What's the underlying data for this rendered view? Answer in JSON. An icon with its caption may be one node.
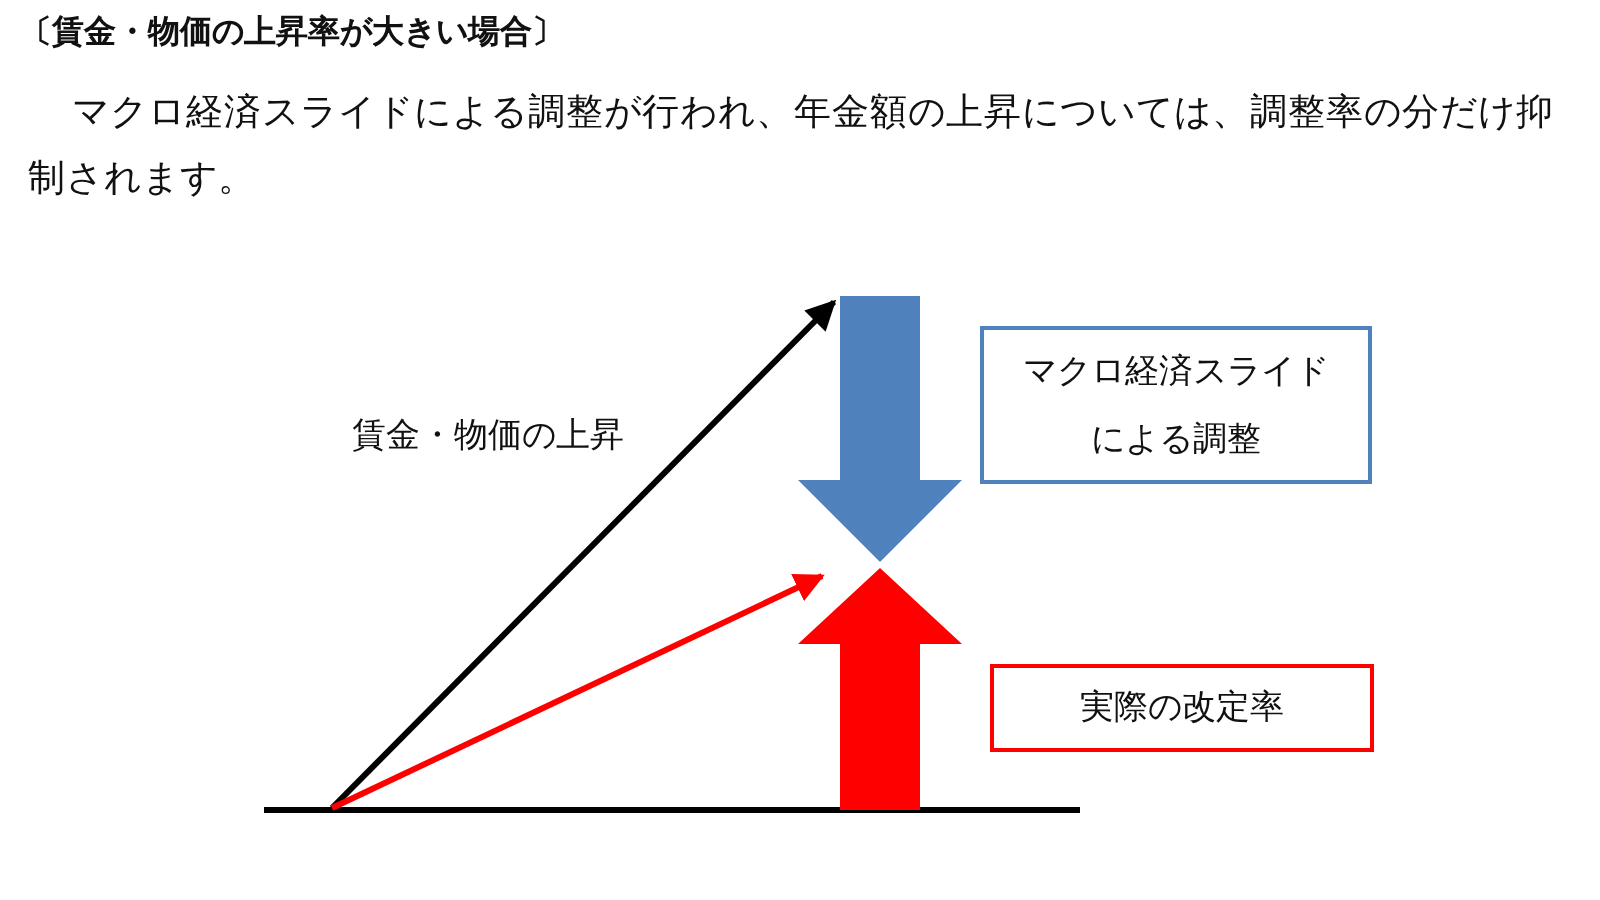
{
  "diagram": {
    "title": "〔賃金・物価の上昇率が大きい場合〕",
    "nodes": [
      {
        "text": [
          "マクロ経済スライドによる調整"
        ]
      },
      {
        "text": [
          "実際の改定率"
        ]
      }
    ],
    "edges": [],
    "labels": [
      "マクロ経済スライドによる調整が行われ、年金額の上昇については、調整率の分だけ抑制されます。",
      "賃金・物価の上昇"
    ]
  }
}
